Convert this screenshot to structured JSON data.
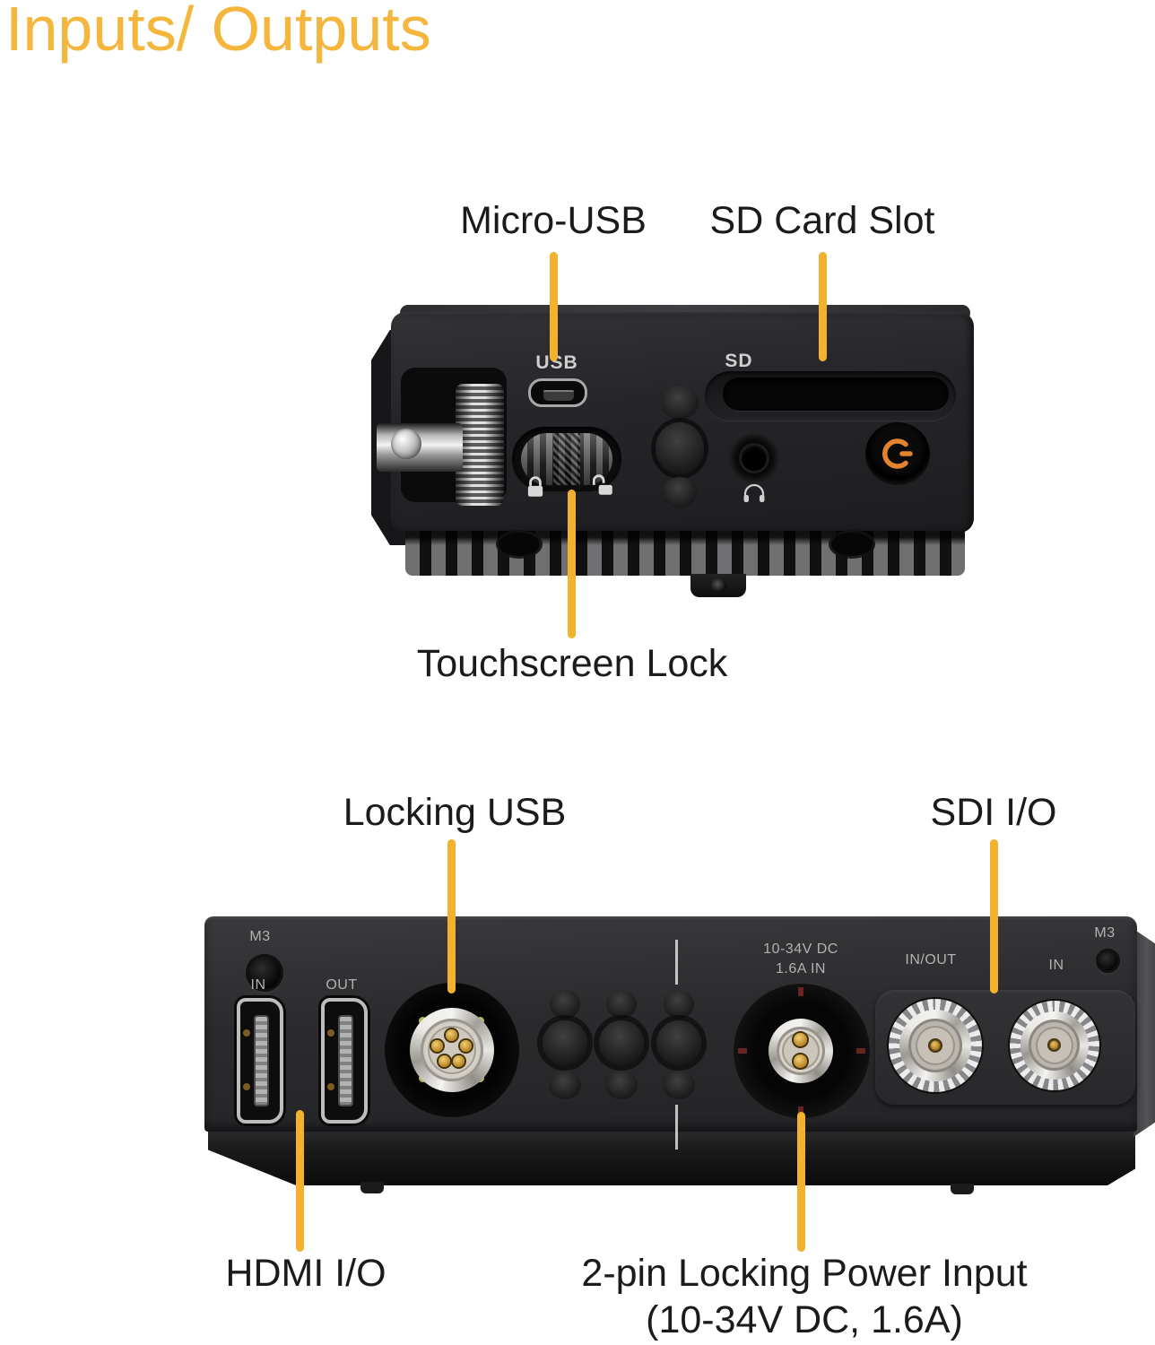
{
  "page": {
    "title": "Inputs/ Outputs"
  },
  "colors": {
    "accent_yellow": "#F2B12F",
    "title_yellow": "#F4B63C",
    "callout_text": "#1b1b1b",
    "device_body": "#2b2b2e",
    "power_orange": "#E2832F"
  },
  "icons": {
    "lock_closed": "padlock-closed",
    "lock_open": "padlock-open",
    "headphones": "headphones",
    "power": "power-symbol"
  },
  "top_device": {
    "callouts": [
      {
        "id": "micro-usb",
        "label": "Micro-USB"
      },
      {
        "id": "sd-card-slot",
        "label": "SD Card Slot"
      },
      {
        "id": "touchscreen-lock",
        "label": "Touchscreen Lock"
      }
    ],
    "ports": {
      "usb_label": "USB",
      "sd_label": "SD"
    }
  },
  "bottom_device": {
    "callouts": [
      {
        "id": "locking-usb",
        "label": "Locking USB"
      },
      {
        "id": "sdi-io",
        "label": "SDI I/O"
      },
      {
        "id": "hdmi-io",
        "label": "HDMI I/O"
      },
      {
        "id": "power-input",
        "label": "2-pin Locking Power Input",
        "label_line2": "(10-34V DC, 1.6A)"
      }
    ],
    "ports": {
      "m3_left": "M3",
      "m3_right": "M3",
      "hdmi_in_label": "IN",
      "hdmi_out_label": "OUT",
      "power_rating_line1": "10-34V DC",
      "power_rating_line2": "1.6A IN",
      "sdi_inout_label": "IN/OUT",
      "sdi_in_label": "IN"
    }
  }
}
